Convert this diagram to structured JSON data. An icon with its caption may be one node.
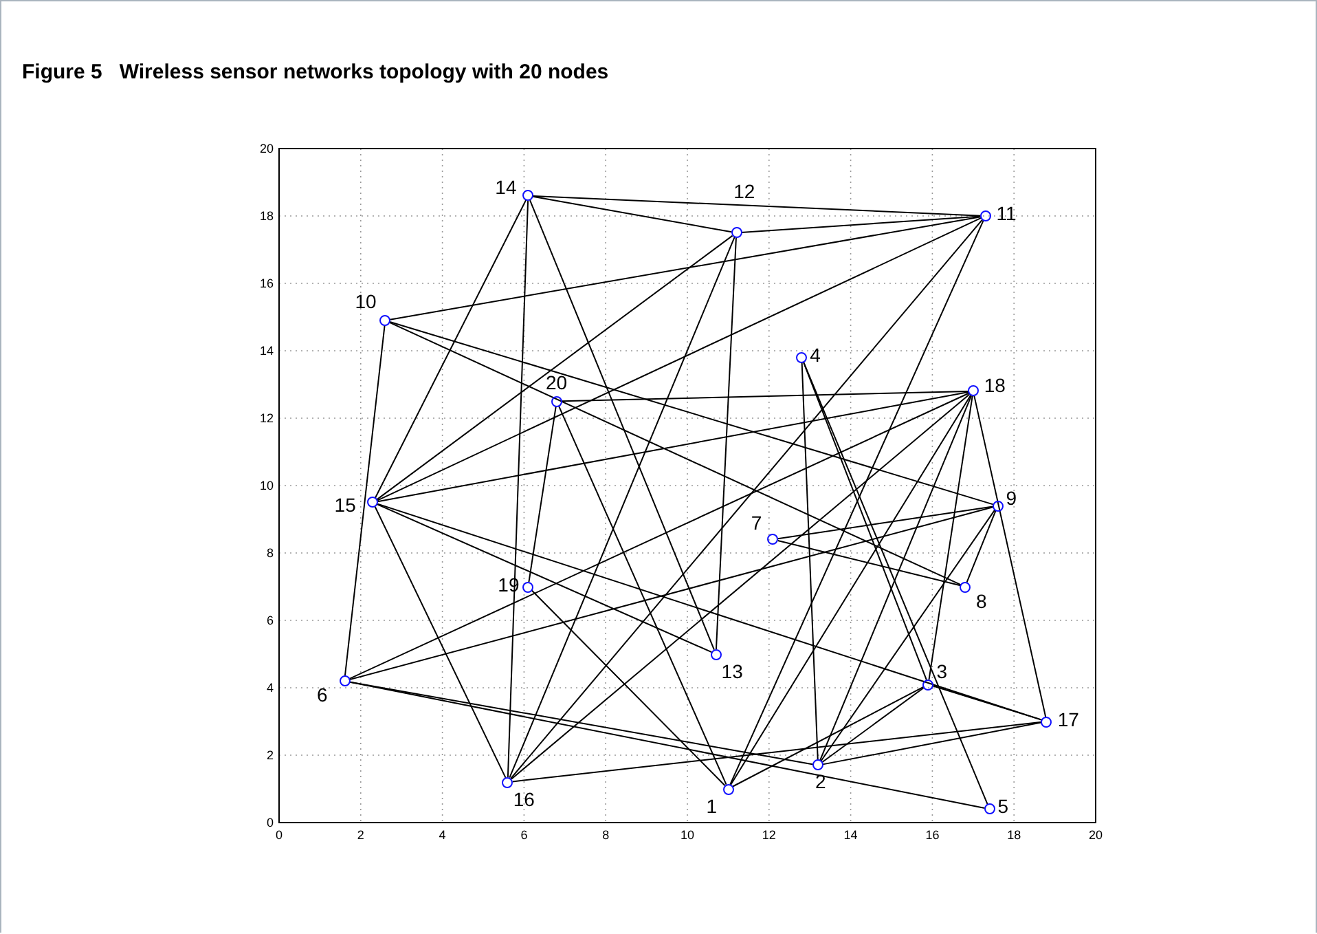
{
  "diagram": {
    "title": "Figure 5   Wireless sensor networks topology with 20 nodes",
    "nodes": [
      {
        "text": [
          "1"
        ]
      },
      {
        "text": [
          "2"
        ]
      },
      {
        "text": [
          "3"
        ]
      },
      {
        "text": [
          "4"
        ]
      },
      {
        "text": [
          "5"
        ]
      },
      {
        "text": [
          "6"
        ]
      },
      {
        "text": [
          "7"
        ]
      },
      {
        "text": [
          "8"
        ]
      },
      {
        "text": [
          "9"
        ]
      },
      {
        "text": [
          "10"
        ]
      },
      {
        "text": [
          "11"
        ]
      },
      {
        "text": [
          "12"
        ]
      },
      {
        "text": [
          "13"
        ]
      },
      {
        "text": [
          "14"
        ]
      },
      {
        "text": [
          "15"
        ]
      },
      {
        "text": [
          "16"
        ]
      },
      {
        "text": [
          "17"
        ]
      },
      {
        "text": [
          "18"
        ]
      },
      {
        "text": [
          "19"
        ]
      },
      {
        "text": [
          "20"
        ]
      }
    ],
    "edges": [
      {
        "from": 13,
        "to": 10,
        "arrow": "none"
      },
      {
        "from": 13,
        "to": 11,
        "arrow": "none"
      },
      {
        "from": 13,
        "to": 14,
        "arrow": "none"
      },
      {
        "from": 13,
        "to": 15,
        "arrow": "none"
      },
      {
        "from": 13,
        "to": 12,
        "arrow": "none"
      },
      {
        "from": 11,
        "to": 10,
        "arrow": "none"
      },
      {
        "from": 11,
        "to": 14,
        "arrow": "none"
      },
      {
        "from": 11,
        "to": 15,
        "arrow": "none"
      },
      {
        "from": 11,
        "to": 12,
        "arrow": "none"
      },
      {
        "from": 9,
        "to": 10,
        "arrow": "none"
      },
      {
        "from": 10,
        "to": 14,
        "arrow": "none"
      },
      {
        "from": 10,
        "to": 15,
        "arrow": "none"
      },
      {
        "from": 10,
        "to": 0,
        "arrow": "none"
      },
      {
        "from": 9,
        "to": 5,
        "arrow": "none"
      },
      {
        "from": 9,
        "to": 8,
        "arrow": "none"
      },
      {
        "from": 9,
        "to": 7,
        "arrow": "none"
      },
      {
        "from": 19,
        "to": 17,
        "arrow": "none"
      },
      {
        "from": 19,
        "to": 18,
        "arrow": "none"
      },
      {
        "from": 19,
        "to": 0,
        "arrow": "none"
      },
      {
        "from": 14,
        "to": 17,
        "arrow": "none"
      },
      {
        "from": 14,
        "to": 16,
        "arrow": "none"
      },
      {
        "from": 14,
        "to": 12,
        "arrow": "none"
      },
      {
        "from": 14,
        "to": 15,
        "arrow": "none"
      },
      {
        "from": 17,
        "to": 15,
        "arrow": "none"
      },
      {
        "from": 17,
        "to": 1,
        "arrow": "none"
      },
      {
        "from": 17,
        "to": 2,
        "arrow": "none"
      },
      {
        "from": 17,
        "to": 16,
        "arrow": "none"
      },
      {
        "from": 17,
        "to": 0,
        "arrow": "none"
      },
      {
        "from": 3,
        "to": 1,
        "arrow": "none"
      },
      {
        "from": 3,
        "to": 4,
        "arrow": "none"
      },
      {
        "from": 3,
        "to": 2,
        "arrow": "none"
      },
      {
        "from": 5,
        "to": 8,
        "arrow": "none"
      },
      {
        "from": 5,
        "to": 17,
        "arrow": "none"
      },
      {
        "from": 5,
        "to": 4,
        "arrow": "none"
      },
      {
        "from": 5,
        "to": 1,
        "arrow": "none"
      },
      {
        "from": 6,
        "to": 8,
        "arrow": "none"
      },
      {
        "from": 6,
        "to": 7,
        "arrow": "none"
      },
      {
        "from": 8,
        "to": 7,
        "arrow": "none"
      },
      {
        "from": 8,
        "to": 1,
        "arrow": "none"
      },
      {
        "from": 18,
        "to": 0,
        "arrow": "none"
      },
      {
        "from": 15,
        "to": 16,
        "arrow": "none"
      },
      {
        "from": 0,
        "to": 2,
        "arrow": "none"
      },
      {
        "from": 1,
        "to": 2,
        "arrow": "none"
      },
      {
        "from": 1,
        "to": 16,
        "arrow": "none"
      },
      {
        "from": 2,
        "to": 16,
        "arrow": "none"
      }
    ],
    "labels": [
      "0",
      "2",
      "4",
      "6",
      "8",
      "10",
      "12",
      "14",
      "16",
      "18",
      "20",
      "0",
      "2",
      "4",
      "6",
      "8",
      "10",
      "12",
      "14",
      "16",
      "18",
      "20"
    ]
  }
}
